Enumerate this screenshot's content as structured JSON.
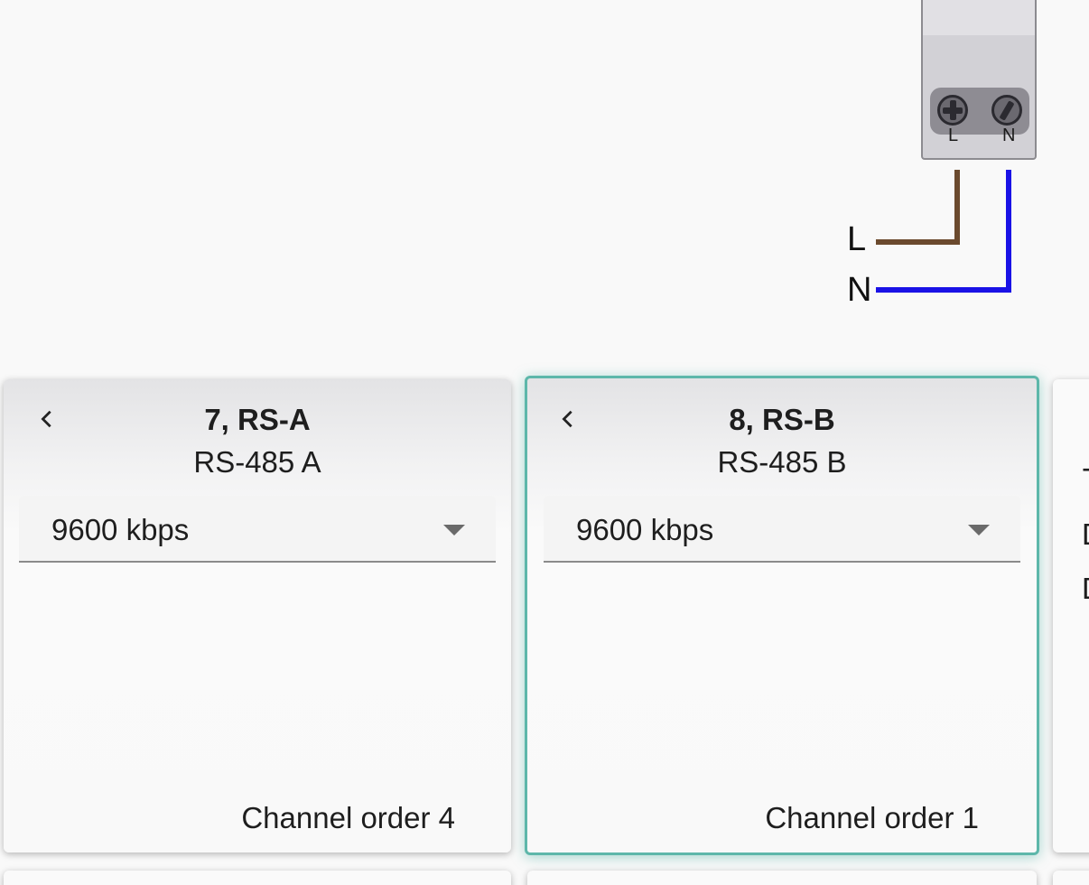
{
  "diagram": {
    "terminal_l": "L",
    "terminal_n": "N",
    "wire_l_label": "L",
    "wire_n_label": "N",
    "wire_l_color": "#6b4a2e",
    "wire_n_color": "#1a12e6"
  },
  "cards": [
    {
      "title": "7, RS-A",
      "subtitle": "RS-485 A",
      "baud": "9600 kbps",
      "channel_order": "Channel order 4",
      "selected": false
    },
    {
      "title": "8, RS-B",
      "subtitle": "RS-485 B",
      "baud": "9600 kbps",
      "channel_order": "Channel order 1",
      "selected": true
    }
  ],
  "partial_card": {
    "lines": [
      "-",
      "D",
      "D"
    ]
  },
  "colors": {
    "accent": "#5db7aa",
    "background": "#f9f9f9"
  }
}
